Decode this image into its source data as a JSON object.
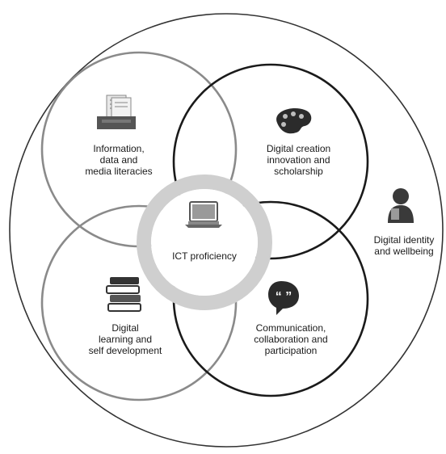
{
  "diagram": {
    "center": {
      "label": "ICT proficiency",
      "icon": "laptop-icon"
    },
    "outer": {
      "label": "Digital identity\nand wellbeing",
      "icon": "person-icon"
    },
    "circles": [
      {
        "id": "information",
        "label": "Information,\ndata and\nmedia literacies",
        "icon": "document-tray-icon",
        "stroke": "#8a8a8a"
      },
      {
        "id": "creation",
        "label": "Digital creation\ninnovation and\nscholarship",
        "icon": "palette-icon",
        "stroke": "#1a1a1a"
      },
      {
        "id": "learning",
        "label": "Digital\nlearning and\nself development",
        "icon": "books-icon",
        "stroke": "#8a8a8a"
      },
      {
        "id": "communication",
        "label": "Communication,\ncollaboration and\nparticipation",
        "icon": "speech-bubble-icon",
        "stroke": "#1a1a1a"
      }
    ],
    "colors": {
      "center_ring": "#cfcfcf",
      "dark_stroke": "#1a1a1a",
      "light_stroke": "#8a8a8a",
      "icon_dark": "#2b2b2b"
    }
  }
}
